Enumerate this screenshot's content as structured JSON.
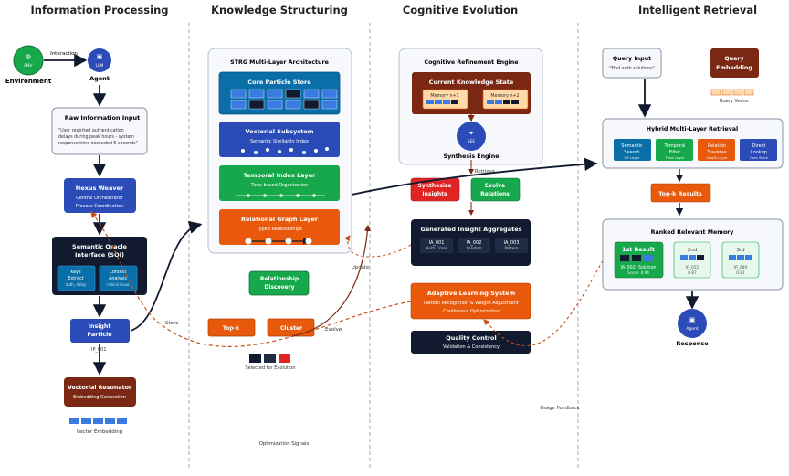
{
  "columns": {
    "c1": "Information Processing",
    "c2": "Knowledge Structuring",
    "c3": "Cognitive Evolution",
    "c4": "Intelligent Retrieval"
  },
  "col1": {
    "env_icon_text": "ENV",
    "env_label": "Environment",
    "interaction": "Interaction",
    "agent_icon_text": "LLM",
    "agent_label": "Agent",
    "raw_title": "Raw Information Input",
    "raw_text1": "\"User reported authentication",
    "raw_text2": "delays during peak hours - system",
    "raw_text3": "response time exceeded 5 seconds\"",
    "nexus_title": "Nexus Weaver",
    "nexus_sub1": "Central Orchestrator",
    "nexus_sub2": "Process Coordination",
    "soi_title1": "Semantic Oracle",
    "soi_title2": "Interface (SOI)",
    "keys_t1": "Keys",
    "keys_t2": "Extract",
    "keys_t3": "auth, delay",
    "ctx_t1": "Context",
    "ctx_t2": "Analysis",
    "ctx_t3": "critical issue",
    "insight_t1": "Insight",
    "insight_t2": "Particle",
    "ip_label": "IP_001",
    "vres_title": "Vectorial Resonator",
    "vres_sub": "Embedding Generation",
    "vec_label": "Vector Embedding"
  },
  "col2": {
    "strg_title": "STRG Multi-Layer Architecture",
    "core_title": "Core Particle Store",
    "vec_title": "Vectorial Subsystem",
    "vec_sub": "Semantic Similarity Index",
    "temp_title": "Temporal Index Layer",
    "temp_sub": "Time-based Organization",
    "rel_title": "Relational Graph Layer",
    "rel_sub": "Typed Relationships",
    "reldisc_t1": "Relationship",
    "reldisc_t2": "Discovery",
    "topk": "Top-k",
    "cluster": "Cluster",
    "evolve": "Evolve",
    "selected": "Selected for Evolution",
    "store": "Store",
    "update": "Update",
    "opt_signals": "Optimization Signals"
  },
  "col3": {
    "cre_title": "Cognitive Refinement Engine",
    "cks_title": "Current Knowledge State",
    "mem1": "Memory n+1",
    "mem2": "Memory n+2",
    "se_icon": "SEE",
    "se_label": "Synthesis Engine",
    "retrieve": "Retrieve",
    "synth_t1": "Synthesize",
    "synth_t2": "Insights",
    "evrel_t1": "Evolve",
    "evrel_t2": "Relations",
    "gen_title": "Generated Insight Aggregates",
    "ia1_id": "IA_001",
    "ia1_sub": "Auth Crisis",
    "ia2_id": "IA_002",
    "ia2_sub": "Solution",
    "ia3_id": "IA_003",
    "ia3_sub": "Pattern",
    "als_title": "Adaptive Learning System",
    "als_sub1": "Pattern Recognition & Weight Adjustment",
    "als_sub2": "Continuous Optimization",
    "qc_title": "Quality Control",
    "qc_sub": "Validation & Consistency",
    "usage": "Usage Feedback"
  },
  "col4": {
    "qi_title": "Query Input",
    "qi_sub": "\"Find auth solutions\"",
    "qe_t1": "Query",
    "qe_t2": "Embedding",
    "qv_label": "Query Vector",
    "hmr_title": "Hybrid Multi-Layer Retrieval",
    "ss_t1": "Semantic",
    "ss_t2": "Search",
    "ss_t3": "VR Layer",
    "tf_t1": "Temporal",
    "tf_t2": "Filter",
    "tf_t3": "Time Layer",
    "rt_t1": "Relation",
    "rt_t2": "Traverse",
    "rt_t3": "Graph Layer",
    "dl_t1": "Direct",
    "dl_t2": "Lookup",
    "dl_t3": "Core Store",
    "topk_results": "Top-k Results",
    "rrm_title": "Ranked Relevant Memory",
    "r1_title": "1st Result",
    "r1_sub1": "IA_002: Solution",
    "r1_sub2": "Score: 0.94",
    "r2_title": "2nd",
    "r2_sub1": "IP_052",
    "r2_sub2": "0.87",
    "r3_title": "3rd",
    "r3_sub1": "IP_089",
    "r3_sub2": "0.81",
    "agent_icon_text": "Agent",
    "response": "Response"
  },
  "colors": {
    "blue": "#2a4bb8",
    "teal": "#0a6fa8",
    "green": "#17a84b",
    "orange": "#e8590c",
    "darkred": "#7a2814",
    "navy": "#111a2e",
    "red": "#e02424",
    "dashed": "#c9501a"
  }
}
